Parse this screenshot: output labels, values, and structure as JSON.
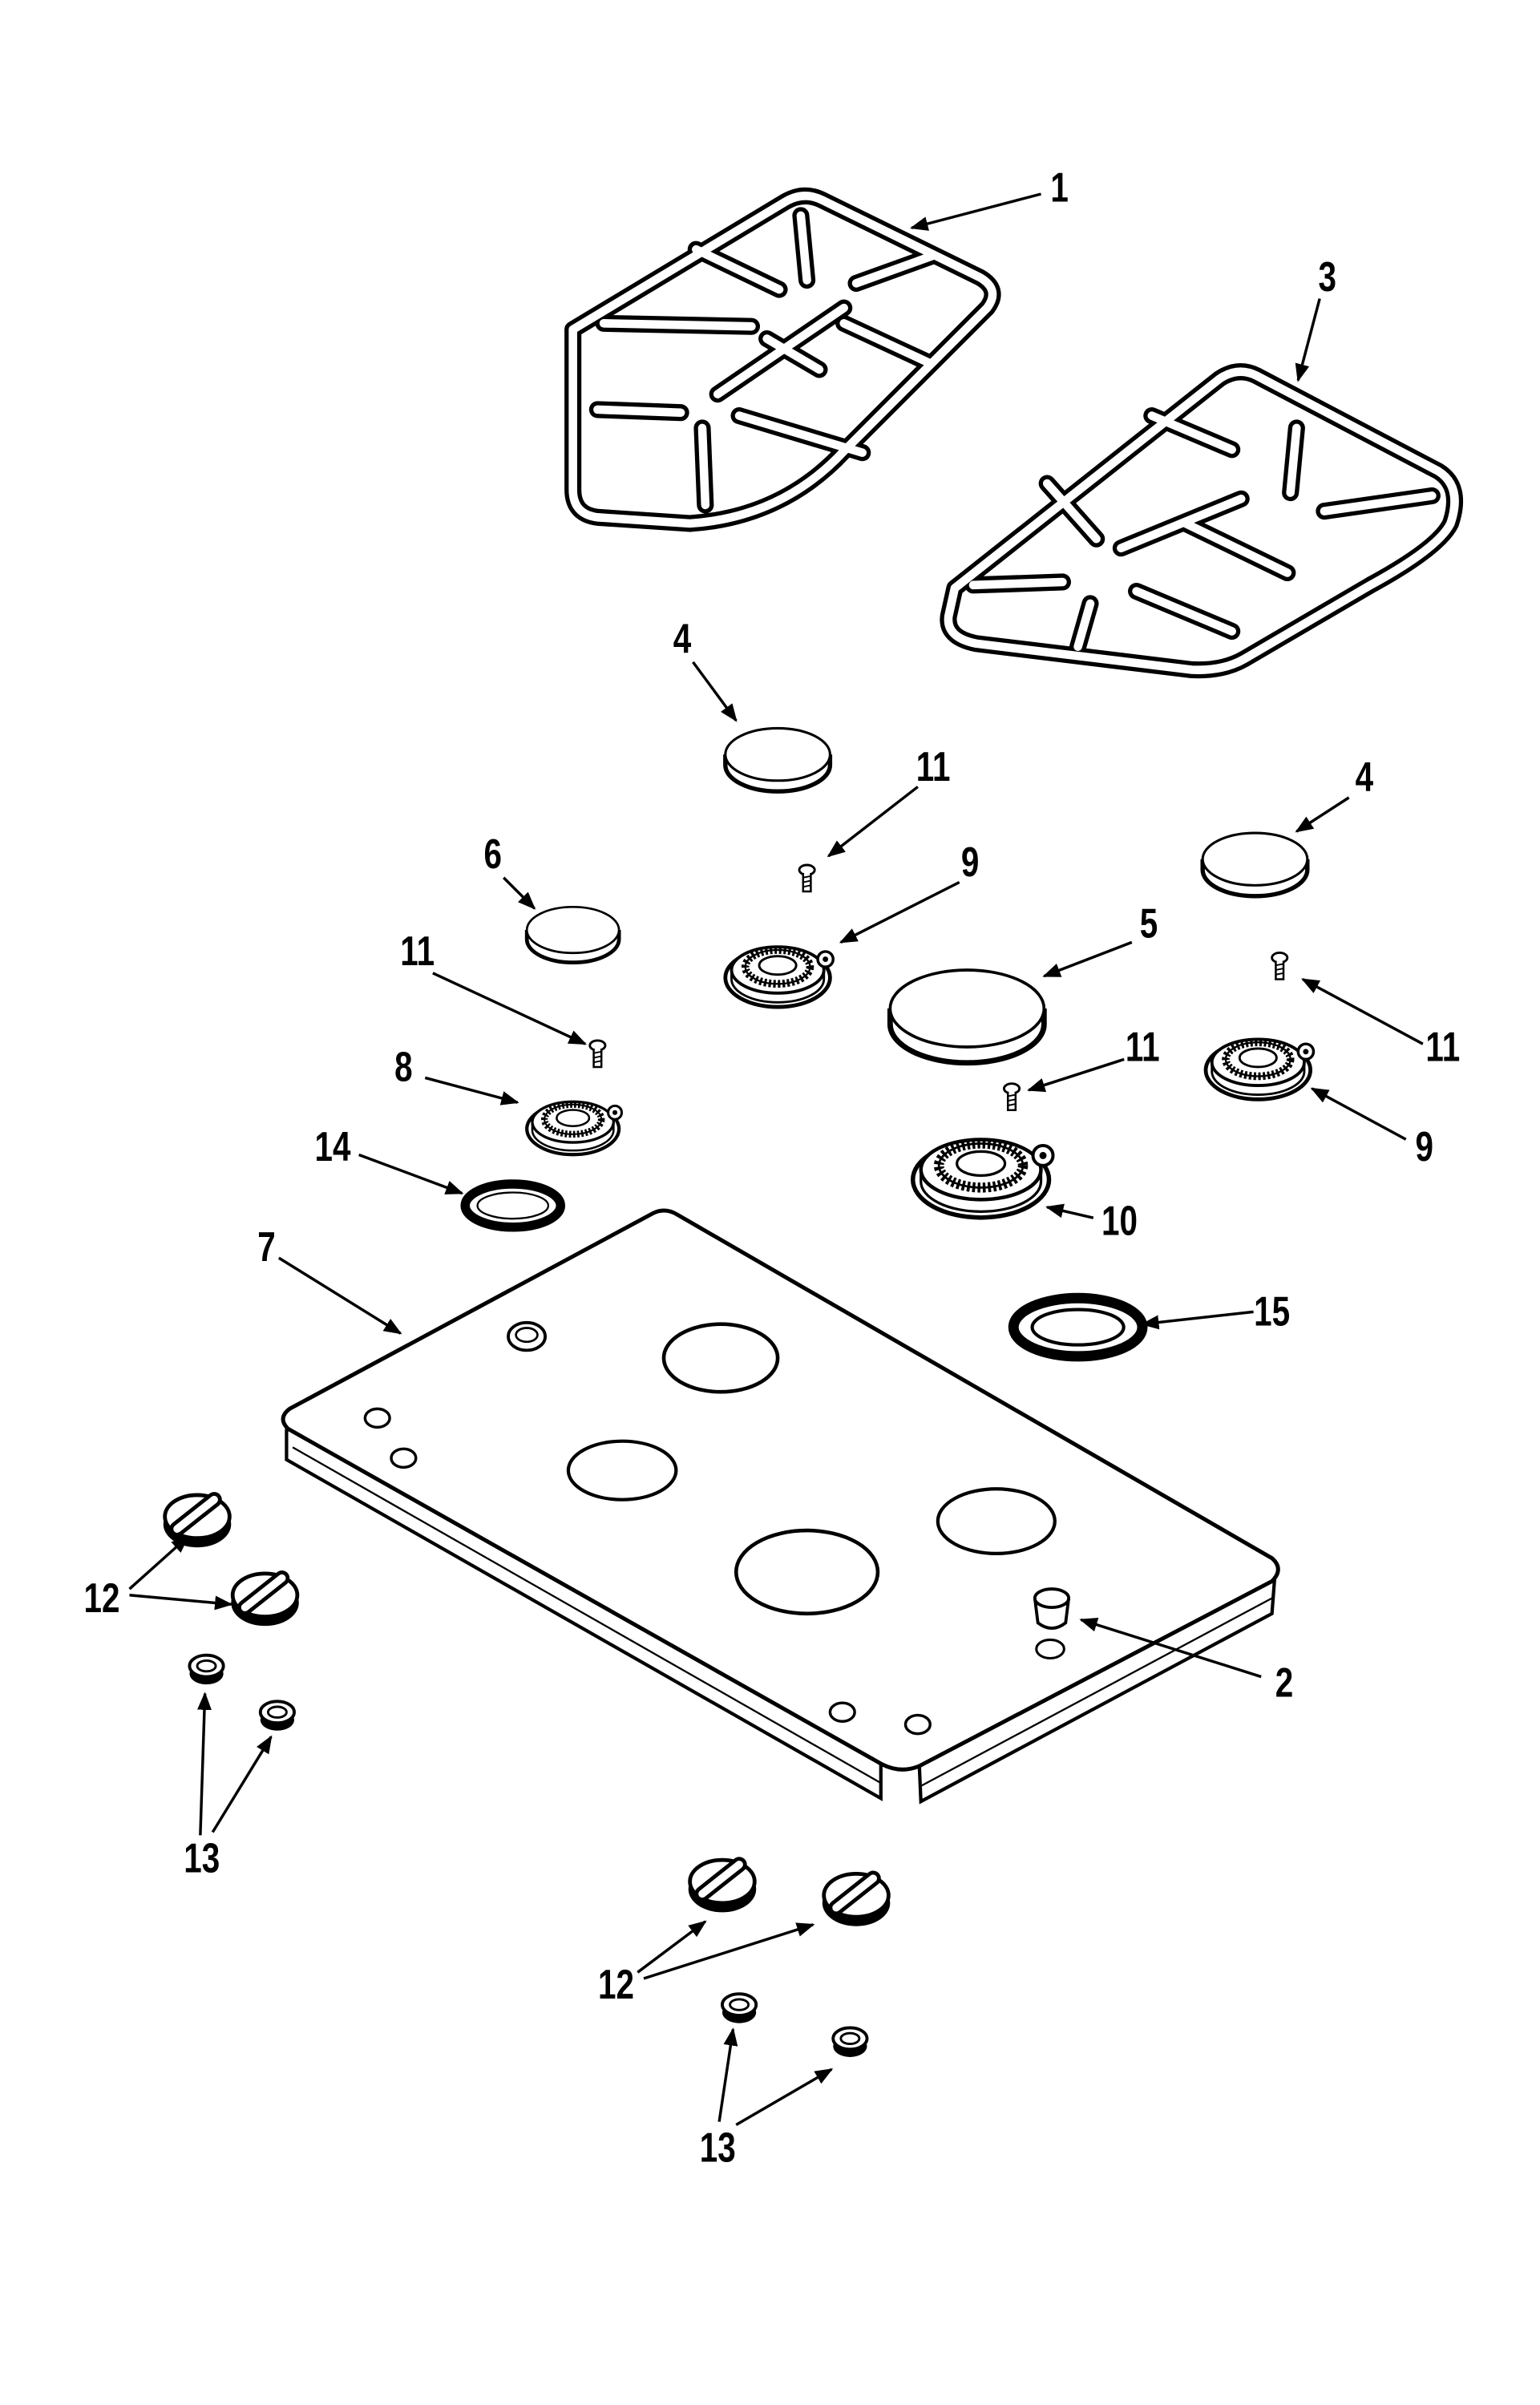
{
  "callouts": [
    "1",
    "3",
    "4",
    "11",
    "9",
    "6",
    "5",
    "4",
    "11",
    "11",
    "8",
    "11",
    "9",
    "14",
    "10",
    "7",
    "15",
    "12",
    "2",
    "13",
    "12",
    "13"
  ]
}
